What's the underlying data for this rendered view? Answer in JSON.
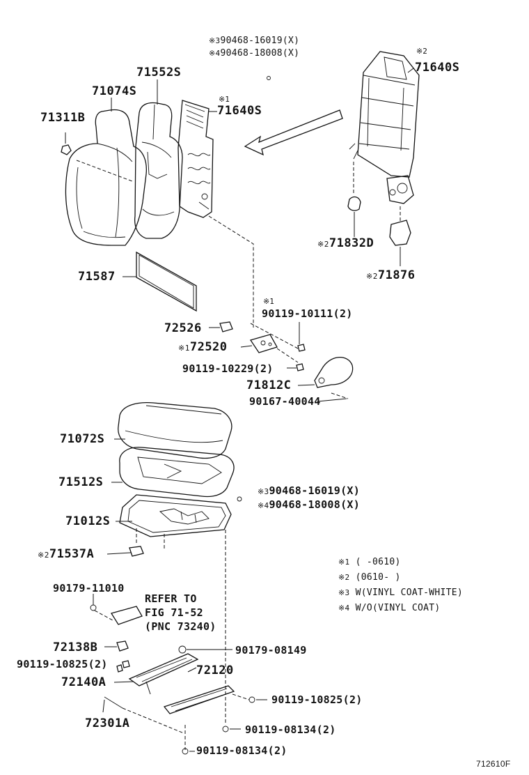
{
  "labels": {
    "top_note_3": "90468-16019(X)",
    "top_note_4": "90468-18008(X)",
    "p71552S": "71552S",
    "p71074S": "71074S",
    "p71311B": "71311B",
    "p71640S_left": "71640S",
    "p71640S_right": "71640S",
    "p71832D": "71832D",
    "p71876": "71876",
    "p71587": "71587",
    "p90119_10111": "90119-10111(2)",
    "p72526": "72526",
    "p72520": "72520",
    "p90119_10229": "90119-10229(2)",
    "p71812C": "71812C",
    "p90167_40044": "90167-40044",
    "p71072S": "71072S",
    "p71512S": "71512S",
    "mid_note_3": "90468-16019(X)",
    "mid_note_4": "90468-18008(X)",
    "p71012S": "71012S",
    "p71537A": "71537A",
    "p90179_11010": "90179-11010",
    "refer_line1": "REFER TO",
    "refer_line2": "FIG 71-52",
    "refer_line3": "(PNC 73240)",
    "p72138B": "72138B",
    "p90179_08149": "90179-08149",
    "p90119_10825_left": "90119-10825(2)",
    "p72120": "72120",
    "p72140A": "72140A",
    "p90119_10825_right": "90119-10825(2)",
    "p72301A": "72301A",
    "p90119_08134_right": "90119-08134(2)",
    "p90119_08134_bottom": "90119-08134(2)",
    "figure_code": "712610F"
  },
  "marks": {
    "m1": "※1",
    "m2": "※2",
    "m3": "※3",
    "m4": "※4"
  },
  "legend": [
    {
      "mark": "※1",
      "text": "(      -0610)"
    },
    {
      "mark": "※2",
      "text": "(0610-      )"
    },
    {
      "mark": "※3",
      "text": "W(VINYL COAT-WHITE)"
    },
    {
      "mark": "※4",
      "text": "W/O(VINYL COAT)"
    }
  ]
}
